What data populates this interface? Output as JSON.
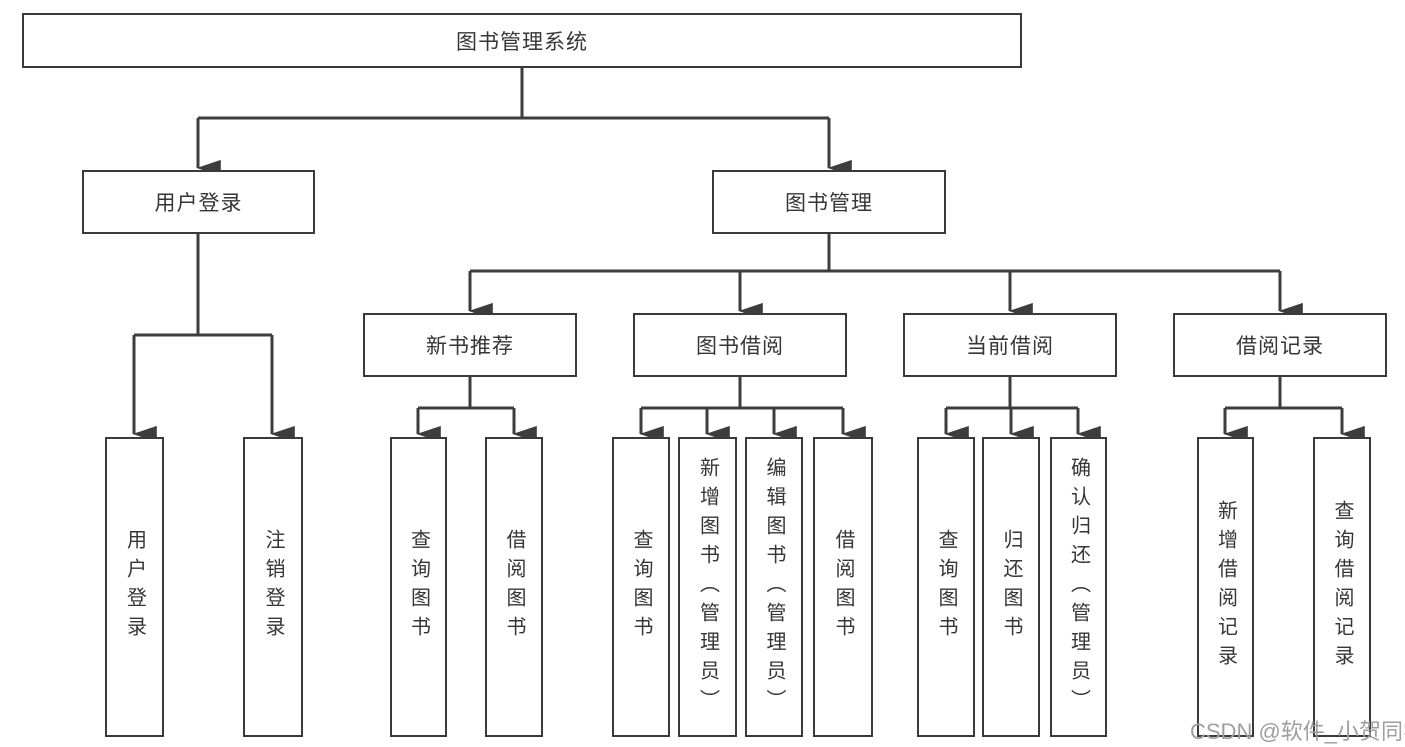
{
  "diagram": {
    "title": "图书管理系统",
    "root": {
      "label": "图书管理系统"
    },
    "level1": {
      "user_login": {
        "label": "用户登录"
      },
      "book_mgmt": {
        "label": "图书管理"
      }
    },
    "level2": {
      "new_books": {
        "label": "新书推荐"
      },
      "book_borrow": {
        "label": "图书借阅"
      },
      "current_borrow": {
        "label": "当前借阅"
      },
      "borrow_records": {
        "label": "借阅记录"
      }
    },
    "leaves": {
      "user_login_leaf": {
        "label": "用户登录"
      },
      "logout_leaf": {
        "label": "注销登录"
      },
      "nb_query_books": {
        "label": "查询图书"
      },
      "nb_borrow_books": {
        "label": "借阅图书"
      },
      "bb_query_books": {
        "label": "查询图书"
      },
      "bb_add_books": {
        "label": "新增图书（管理员）"
      },
      "bb_edit_books": {
        "label": "编辑图书（管理员）"
      },
      "bb_borrow_books": {
        "label": "借阅图书"
      },
      "cb_query_books": {
        "label": "查询图书"
      },
      "cb_return_books": {
        "label": "归还图书"
      },
      "cb_confirm_return": {
        "label": "确认归还（管理员）"
      },
      "br_add_record": {
        "label": "新增借阅记录"
      },
      "br_query_record": {
        "label": "查询借阅记录"
      }
    },
    "line_color": "#3d3d3d"
  },
  "watermark": {
    "text": "CSDN @软件_小贺同学"
  }
}
